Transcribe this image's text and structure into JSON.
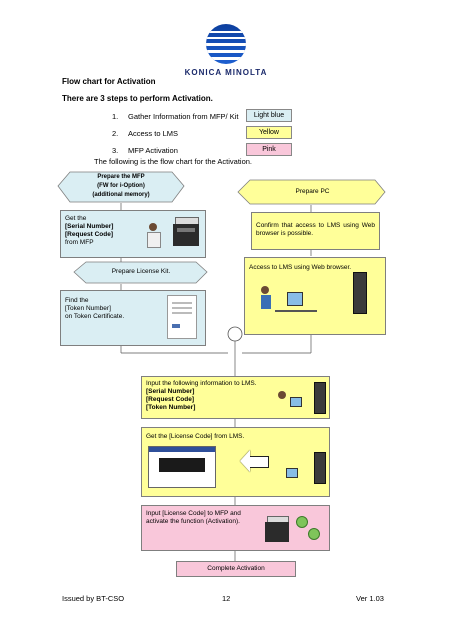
{
  "logo": {
    "text": "KONICA MINOLTA"
  },
  "heading": "Flow chart for Activation",
  "subheading": "There are 3 steps to perform Activation.",
  "steps": [
    {
      "num": "1.",
      "text": "Gather Information from MFP/ Kit",
      "legend": "Light blue",
      "color": "#daeef3"
    },
    {
      "num": "2.",
      "text": "Access to LMS",
      "legend": "Yellow",
      "color": "#ffff99"
    },
    {
      "num": "3.",
      "text": "MFP Activation",
      "legend": "Pink",
      "color": "#f9c7da"
    }
  ],
  "intro": "The following is the flow chart for the Activation.",
  "flow": {
    "prepare_mfp": [
      "Prepare the MFP",
      "(FW for i-Option)",
      "(additional memory)"
    ],
    "prepare_pc": "Prepare PC",
    "get_the": [
      "Get the",
      "[Serial Number]",
      "[Request Code]",
      "from MFP"
    ],
    "confirm_access": "Confirm that access to LMS using Web browser is possible.",
    "prepare_license": "Prepare License Kit.",
    "access_lms": "Access to LMS using Web browser.",
    "find_the": [
      "Find the",
      "[Token Number]",
      "on Token Certificate."
    ],
    "input_info": [
      "Input the following information to LMS.",
      "[Serial Number]",
      "[Request Code]",
      "[Token Number]"
    ],
    "get_license": "Get the [License Code] from LMS.",
    "input_license": [
      "Input [License Code] to MFP and",
      "activate the function (Activation)."
    ],
    "complete": "Complete Activation"
  },
  "footer": {
    "left": "Issued by BT-CSO",
    "center": "12",
    "right": "Ver 1.03"
  }
}
